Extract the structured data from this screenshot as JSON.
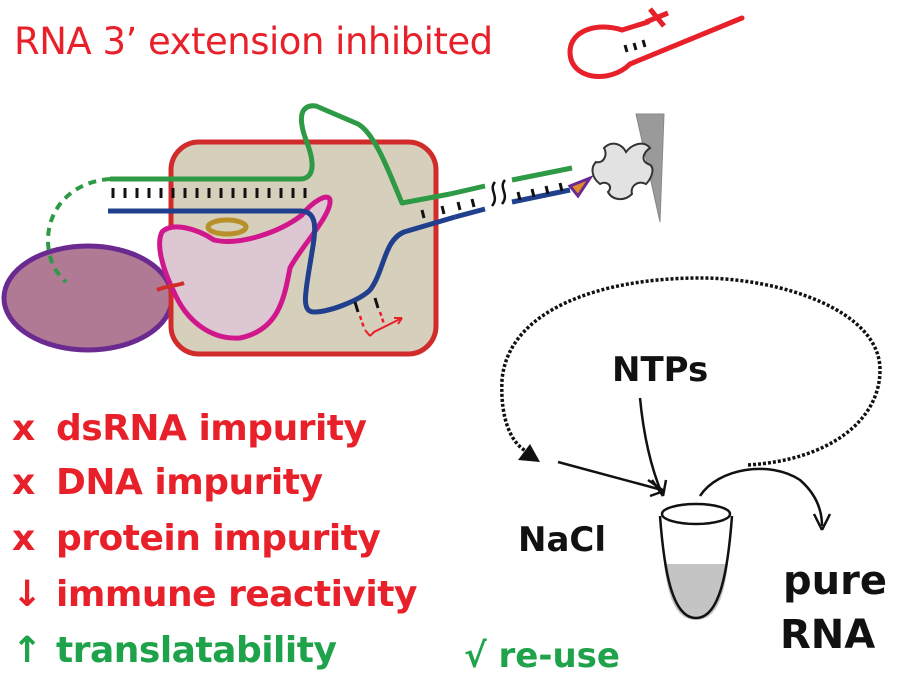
{
  "title": "RNA 3’ extension inhibited",
  "benefits": [
    {
      "symbol": "x",
      "text": "dsRNA impurity",
      "color": "#e8202a"
    },
    {
      "symbol": "x",
      "text": "DNA impurity",
      "color": "#e8202a"
    },
    {
      "symbol": "x",
      "text": "protein impurity",
      "color": "#e8202a"
    },
    {
      "symbol": "↓",
      "text": "immune reactivity",
      "color": "#e8202a"
    },
    {
      "symbol": "↑",
      "text": "translatability",
      "color": "#1ea24a"
    }
  ],
  "cycle": {
    "inputs": [
      "NTPs",
      "NaCl"
    ],
    "output": [
      "pure",
      "RNA"
    ],
    "reuse": "√ re-use"
  },
  "colors": {
    "red": "#e8202a",
    "green": "#1ea24a",
    "polymerase_box": "#d6cfbb",
    "polymerase_border": "#d22b2b",
    "purple_domain": "#b07a95",
    "purple_border": "#6a2a90",
    "pink_domain": "#dcc7d2",
    "pink_border": "#d0188c",
    "rna_strand": "#2f9a45",
    "dna_strand": "#203f8c",
    "ring": "#b8902a"
  }
}
